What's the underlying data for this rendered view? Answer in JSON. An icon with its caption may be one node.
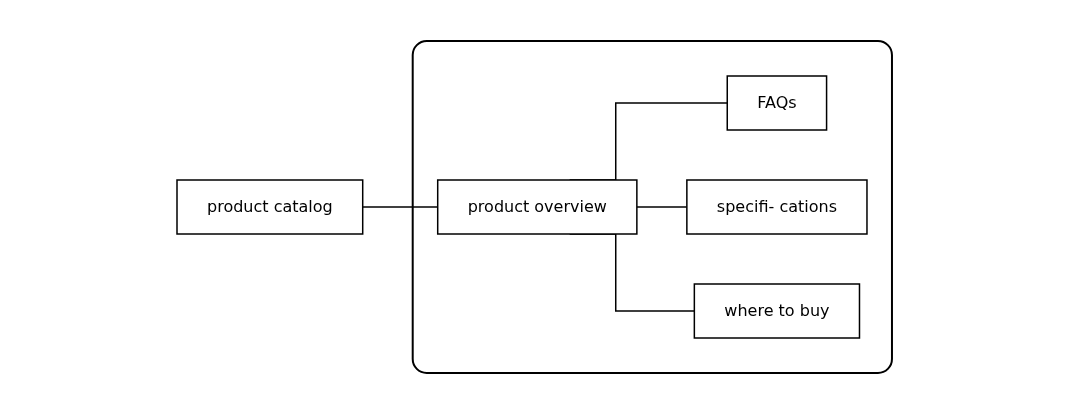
{
  "diagram": {
    "nodes": [
      {
        "text": [
          "product catalog"
        ]
      },
      {
        "text": [],
        "shape": "box"
      },
      {
        "text": [
          "product overview"
        ],
        "in": 1
      },
      {
        "text": [
          "FAQs"
        ],
        "in": 1
      },
      {
        "text": [
          "specifi- cations"
        ],
        "in": 1
      },
      {
        "text": [
          "where to buy"
        ],
        "in": 1
      }
    ],
    "edges": [
      {
        "from": 0,
        "to": 2,
        "arrow": "none"
      },
      {
        "from": 2,
        "to": 3,
        "arrow": "none"
      },
      {
        "from": 2,
        "to": 4,
        "arrow": "none"
      },
      {
        "from": 2,
        "to": 5,
        "arrow": "none"
      }
    ]
  }
}
